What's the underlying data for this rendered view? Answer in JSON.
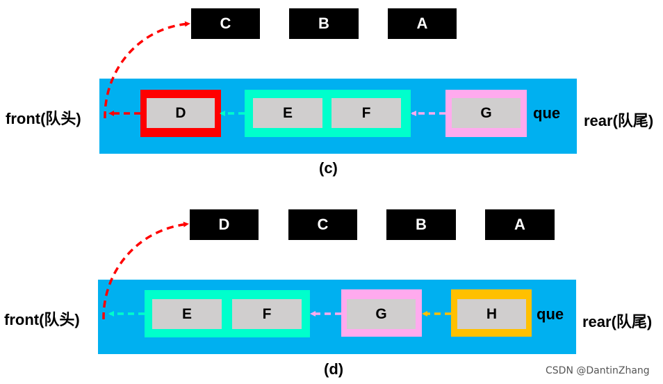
{
  "diagram_c": {
    "dequeued": [
      "C",
      "B",
      "A"
    ],
    "queue": [
      "D",
      "E",
      "F",
      "G"
    ],
    "front_label": "front(队头)",
    "rear_label": "rear(队尾)",
    "que_label": "que",
    "caption": "(c)"
  },
  "diagram_d": {
    "dequeued": [
      "D",
      "C",
      "B",
      "A"
    ],
    "queue": [
      "E",
      "F",
      "G",
      "H"
    ],
    "front_label": "front(队头)",
    "rear_label": "rear(队尾)",
    "que_label": "que",
    "caption": "(d)"
  },
  "watermark": "CSDN @DantinZhang",
  "colors": {
    "band": "#00b0f0",
    "cell": "#d0cece",
    "red": "#ff0000",
    "cyan": "#00ffcc",
    "pink": "#ffaaee",
    "orange": "#ffc000"
  }
}
